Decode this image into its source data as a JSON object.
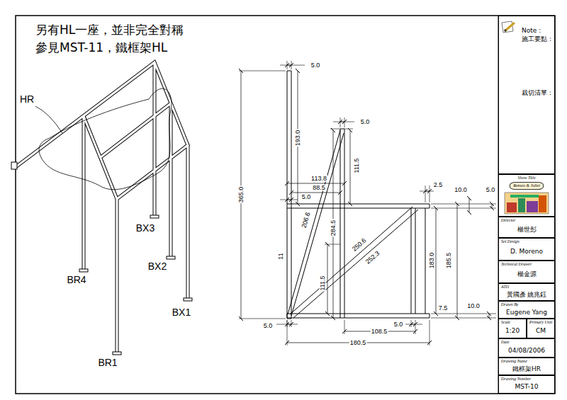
{
  "diagram": {
    "nodes": [
      {
        "text": [
          "Note :",
          "施工要點：",
          "裁切清單："
        ]
      },
      {
        "text": [
          "Show Title",
          "Romeo & Juliet"
        ]
      },
      {
        "text": [
          "Director",
          "楊世彭"
        ]
      },
      {
        "text": [
          "Set Design",
          "D. Moreno"
        ]
      },
      {
        "text": [
          "Technical Drawer",
          "楊金源"
        ]
      },
      {
        "text": [
          "ATD",
          "黃國彥 姚兆鈺"
        ]
      },
      {
        "text": [
          "Drawn By",
          "Eugene Yang"
        ]
      },
      {
        "text": [
          "Scale",
          "1:20"
        ]
      },
      {
        "text": [
          "Primary Unit",
          "CM"
        ]
      },
      {
        "text": [
          "Date",
          "04/08/2006"
        ]
      },
      {
        "text": [
          "Drawing Name",
          "鐵框架HR"
        ]
      },
      {
        "text": [
          "Drawing Number",
          "MST-10"
        ]
      }
    ],
    "labels": [
      "另有HL一座，並非完全對稱",
      "參見MST-11，鐵框架HL",
      "HR",
      "BX3",
      "BX2",
      "BR4",
      "BX1",
      "BR1",
      "5.0",
      "193.0",
      "5.0",
      "111.5",
      "113.8",
      "88.5",
      "5.0",
      "2.5",
      "10.0",
      "5.0",
      "365.0",
      "206.6",
      "284.5",
      "11",
      "250.6",
      "252.3",
      "183.0",
      "185.5",
      "111.5",
      "7.5",
      "10.0",
      "5.0",
      "5.0",
      "108.5",
      "180.5"
    ]
  }
}
